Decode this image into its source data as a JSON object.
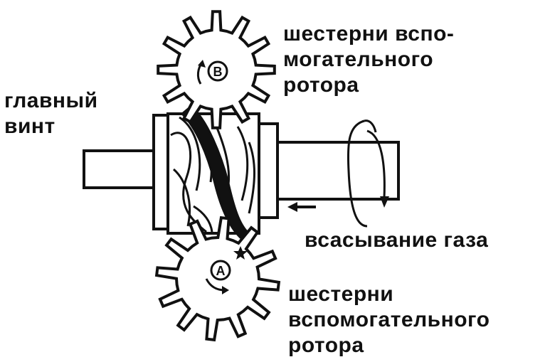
{
  "labels": {
    "main_screw": [
      "главный",
      "винт"
    ],
    "top_gear": [
      "шестерни вспо-",
      "могательного",
      "ротора"
    ],
    "gas_intake": "всасывание газа",
    "bottom_gear": [
      "шестерни",
      "вспомогательного",
      "ротора"
    ]
  },
  "markers": {
    "top": "B",
    "bottom": "A"
  },
  "colors": {
    "ink": "#111111",
    "background": "#ffffff"
  }
}
